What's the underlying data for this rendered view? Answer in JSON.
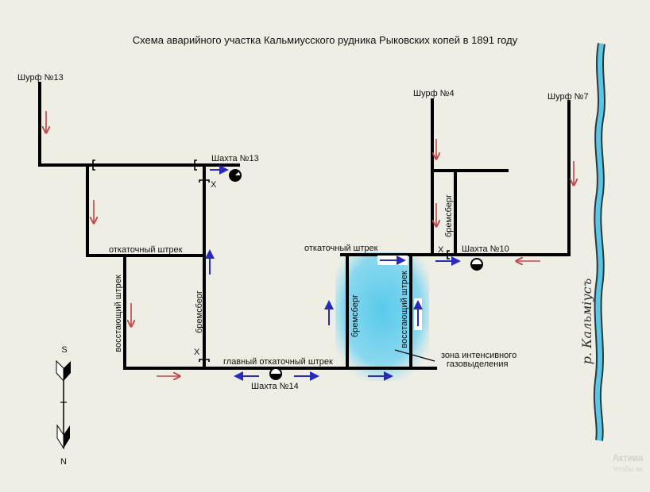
{
  "title": "Схема аварийного участка Кальмиусского рудника Рыковских копей в 1891 году",
  "labels": {
    "shurf13": "Шурф №13",
    "shurf4": "Шурф №4",
    "shurf7": "Шурф №7",
    "shaft13": "Шахта №13",
    "shaft10": "Шахта №10",
    "shaft14": "Шахта №14",
    "haulage_left": "откаточный штрек",
    "haulage_right": "откаточный штрек",
    "raise_left": "восстающий штрек",
    "raise_right": "восстающий штрек",
    "incline_left": "бремсберг",
    "incline_mid": "бремсберг",
    "incline_right": "бремсберг",
    "main_haulage": "главный откаточный штрек",
    "gas_zone_1": "зона интенсивного",
    "gas_zone_2": "газовыделения",
    "x_mark": "X",
    "river": "р. Кальміусъ"
  },
  "compass": {
    "south": "S",
    "north": "N"
  },
  "watermark": {
    "line1": "Актива",
    "line2": "Чтобы ак"
  },
  "colors": {
    "air_in": "#c0474a",
    "air_out": "#2a2ab8",
    "gas_zone": "#4fc8ec",
    "river": "#5bc6e8"
  }
}
